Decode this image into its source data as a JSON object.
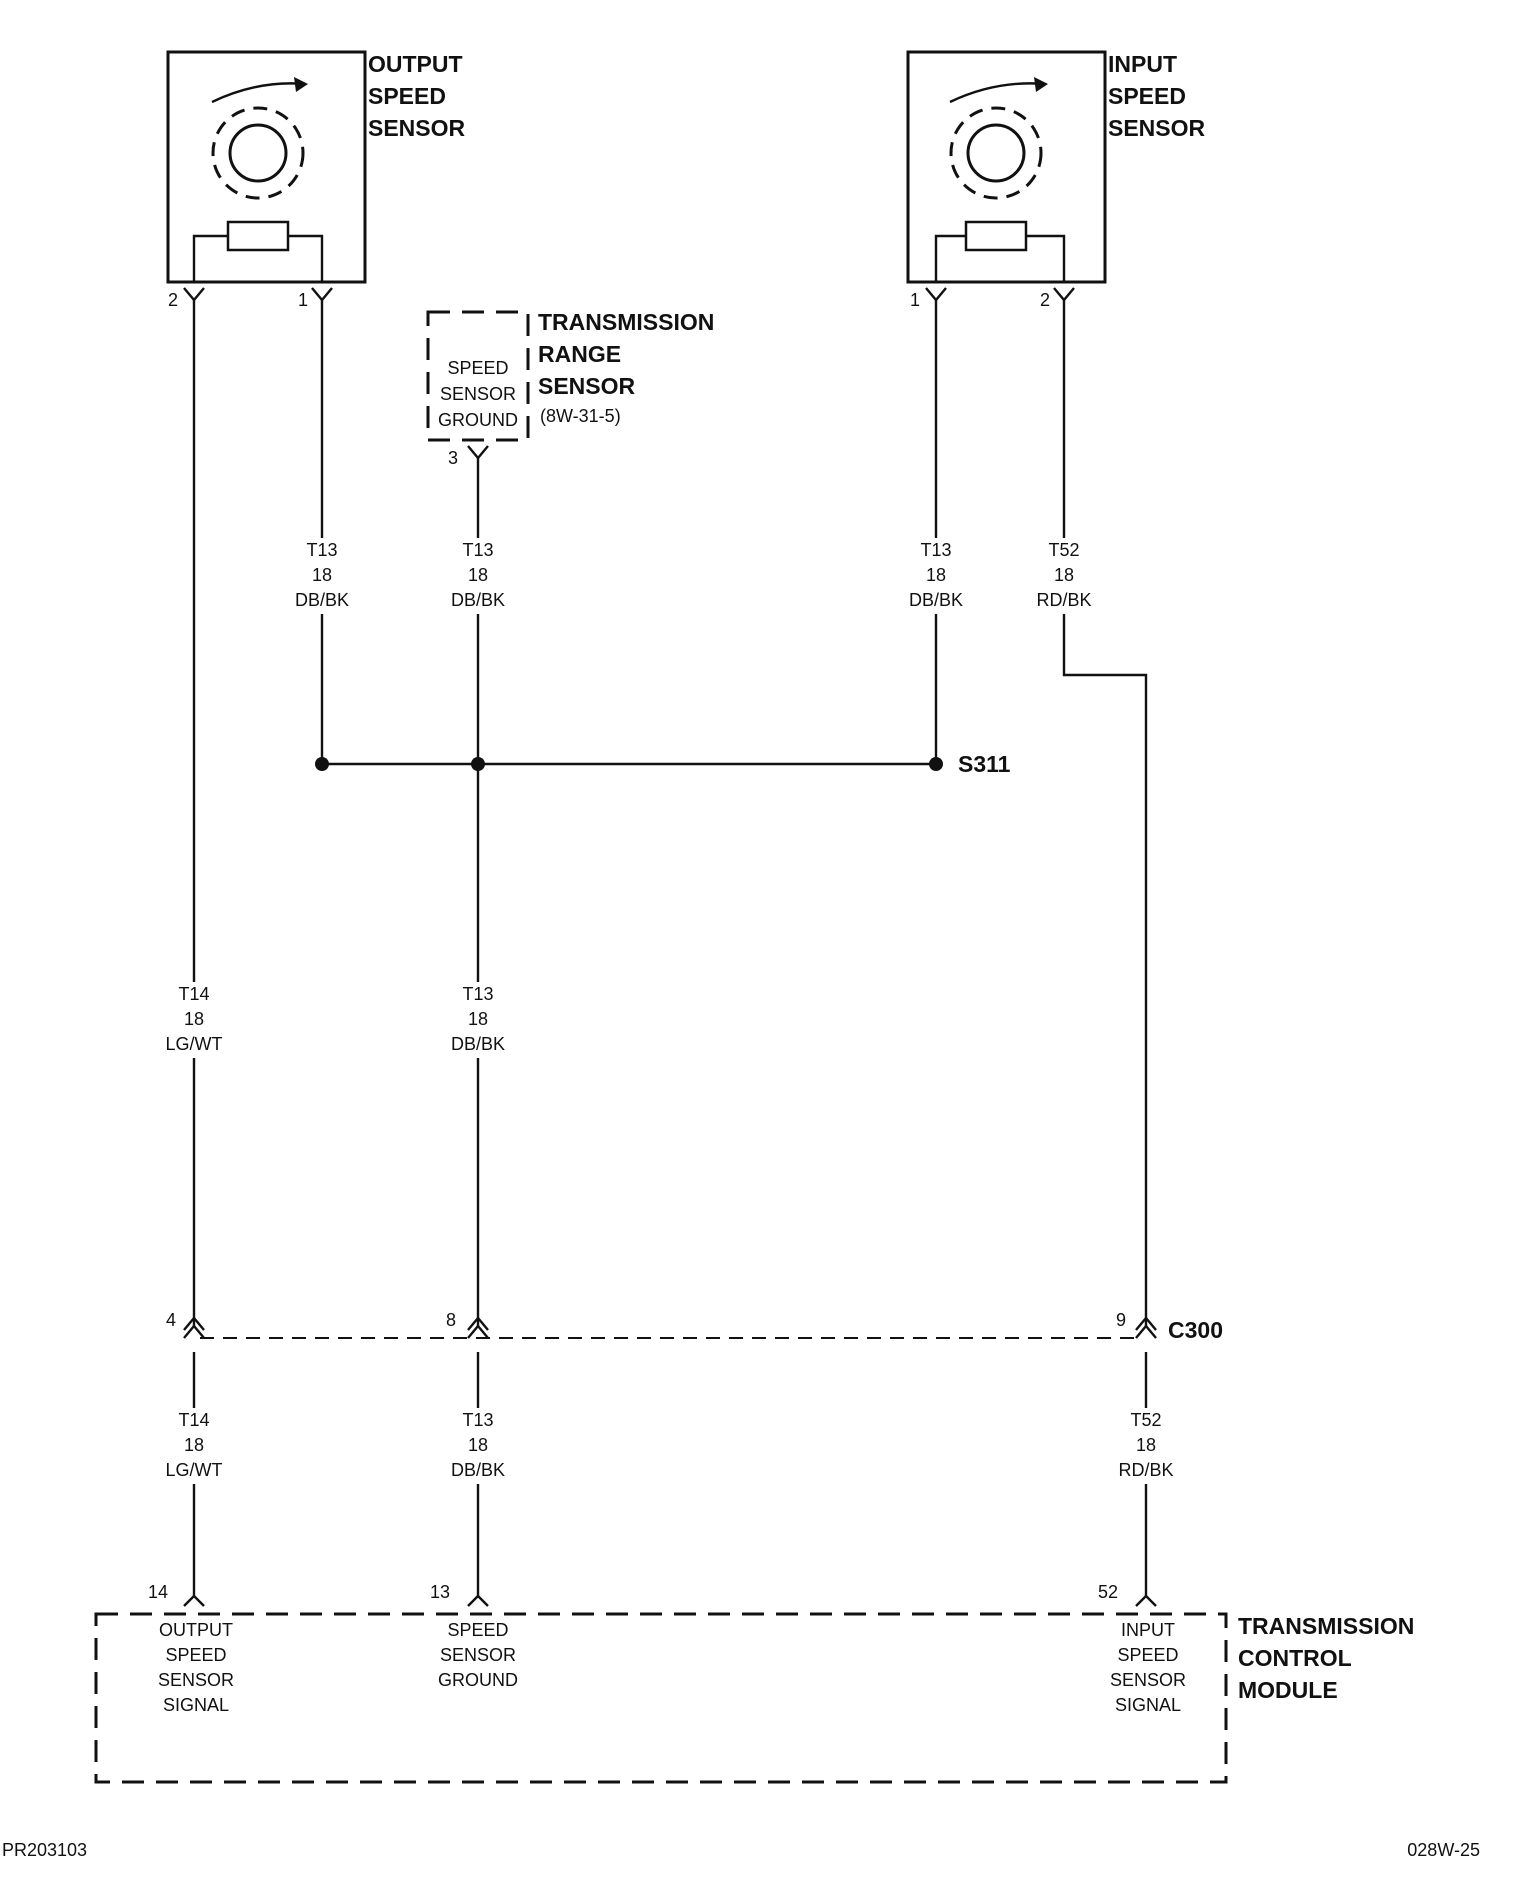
{
  "components": {
    "output_sensor": {
      "title": [
        "OUTPUT",
        "SPEED",
        "SENSOR"
      ],
      "pin_a": "2",
      "pin_b": "1"
    },
    "input_sensor": {
      "title": [
        "INPUT",
        "SPEED",
        "SENSOR"
      ],
      "pin_a": "1",
      "pin_b": "2"
    },
    "range_sensor": {
      "title": [
        "TRANSMISSION",
        "RANGE",
        "SENSOR"
      ],
      "ref": "(8W-31-5)",
      "inner": [
        "SPEED",
        "SENSOR",
        "GROUND"
      ],
      "pin": "3"
    },
    "tcm": {
      "title": [
        "TRANSMISSION",
        "CONTROL",
        "MODULE"
      ],
      "pins": {
        "output": {
          "num": "14",
          "label": [
            "OUTPUT",
            "SPEED",
            "SENSOR",
            "SIGNAL"
          ]
        },
        "ground": {
          "num": "13",
          "label": [
            "SPEED",
            "SENSOR",
            "GROUND"
          ]
        },
        "input": {
          "num": "52",
          "label": [
            "INPUT",
            "SPEED",
            "SENSOR",
            "SIGNAL"
          ]
        }
      }
    }
  },
  "wires": {
    "w1": [
      "T13",
      "18",
      "DB/BK"
    ],
    "w2": [
      "T13",
      "18",
      "DB/BK"
    ],
    "w3": [
      "T13",
      "18",
      "DB/BK"
    ],
    "w4": [
      "T52",
      "18",
      "RD/BK"
    ],
    "w5": [
      "T14",
      "18",
      "LG/WT"
    ],
    "w6": [
      "T13",
      "18",
      "DB/BK"
    ],
    "w7": [
      "T14",
      "18",
      "LG/WT"
    ],
    "w8": [
      "T13",
      "18",
      "DB/BK"
    ],
    "w9": [
      "T52",
      "18",
      "RD/BK"
    ]
  },
  "splice": {
    "name": "S311"
  },
  "connector": {
    "name": "C300",
    "pins": [
      "4",
      "8",
      "9"
    ]
  },
  "footer": {
    "left": "PR203103",
    "right": "028W-25"
  }
}
